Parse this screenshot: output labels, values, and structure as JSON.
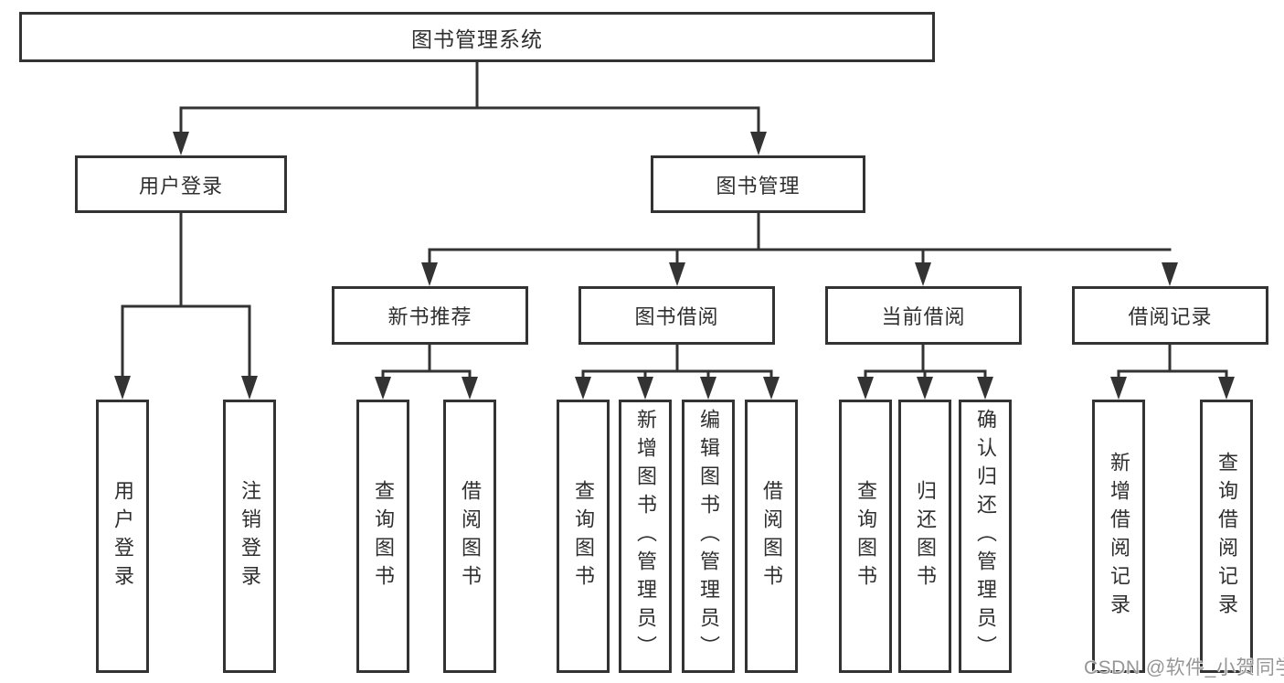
{
  "tree": {
    "root": {
      "label": "图书管理系统"
    },
    "branches": [
      {
        "label": "用户登录",
        "children": [
          {
            "label": "用户登录"
          },
          {
            "label": "注销登录"
          }
        ]
      },
      {
        "label": "图书管理",
        "children": [
          {
            "label": "新书推荐",
            "children": [
              {
                "label": "查询图书"
              },
              {
                "label": "借阅图书"
              }
            ]
          },
          {
            "label": "图书借阅",
            "children": [
              {
                "label": "查询图书"
              },
              {
                "label": "新增图书（管理员）"
              },
              {
                "label": "编辑图书（管理员）"
              },
              {
                "label": "借阅图书"
              }
            ]
          },
          {
            "label": "当前借阅",
            "children": [
              {
                "label": "查询图书"
              },
              {
                "label": "归还图书"
              },
              {
                "label": "确认归还（管理员）"
              }
            ]
          },
          {
            "label": "借阅记录",
            "children": [
              {
                "label": "新增借阅记录"
              },
              {
                "label": "查询借阅记录"
              }
            ]
          }
        ]
      }
    ]
  },
  "watermark": {
    "text": "CSDN @软件_小贺同学"
  },
  "colors": {
    "line": "#333333",
    "text": "#2f2f2f",
    "watermark": "#969696",
    "background": "#ffffff"
  }
}
